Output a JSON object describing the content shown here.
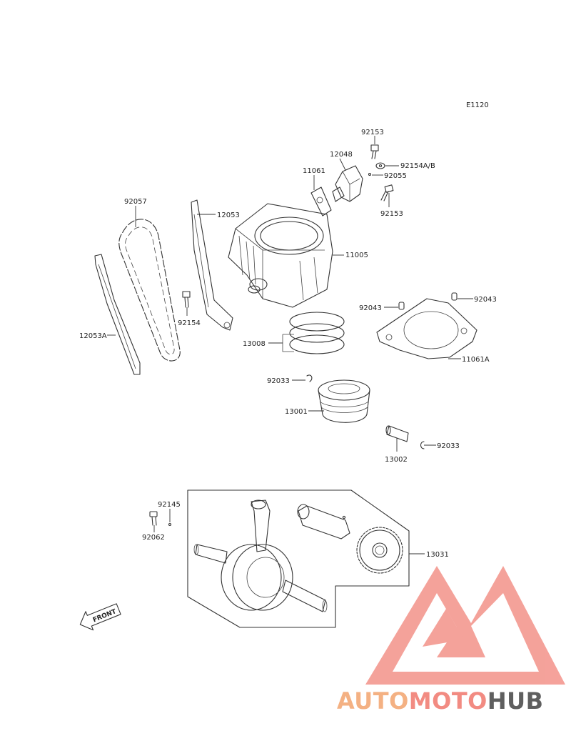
{
  "diagram": {
    "code": "E1120",
    "labels": {
      "p92153_top": "92153",
      "p12048": "12048",
      "p92154ab": "92154A/B",
      "p11061": "11061",
      "p92055": "92055",
      "p92153_bot": "92153",
      "p92057": "92057",
      "p12053": "12053",
      "p11005": "11005",
      "p92043_left": "92043",
      "p92043_right": "92043",
      "p92154": "92154",
      "p12053a": "12053A",
      "p13008": "13008",
      "p11061a": "11061A",
      "p92033_top": "92033",
      "p13001": "13001",
      "p92033_right": "92033",
      "p13002": "13002",
      "p92145": "92145",
      "p92062": "92062",
      "p13031": "13031"
    },
    "front_label": "FRONT"
  },
  "watermark": {
    "part1": "AUTO",
    "part2": "MOTO",
    "part3": "HUB",
    "colors": {
      "auto": "#f4b183",
      "moto": "#f28b82",
      "hub": "#5f5f5f",
      "logo": "#f06b6b"
    }
  }
}
